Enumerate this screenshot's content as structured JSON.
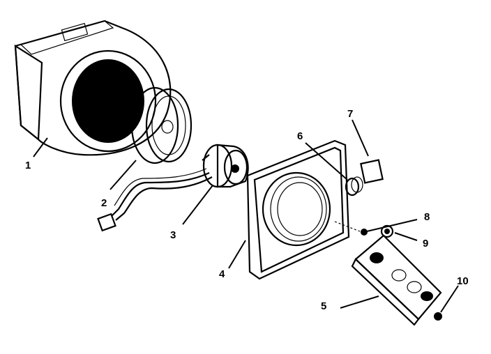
{
  "diagram": {
    "type": "exploded-parts-view",
    "callouts": [
      {
        "id": "1",
        "label": "1"
      },
      {
        "id": "2",
        "label": "2"
      },
      {
        "id": "3",
        "label": "3"
      },
      {
        "id": "4",
        "label": "4"
      },
      {
        "id": "5",
        "label": "5"
      },
      {
        "id": "6",
        "label": "6"
      },
      {
        "id": "7",
        "label": "7"
      },
      {
        "id": "8",
        "label": "8"
      },
      {
        "id": "9",
        "label": "9"
      },
      {
        "id": "10",
        "label": "10"
      }
    ]
  }
}
